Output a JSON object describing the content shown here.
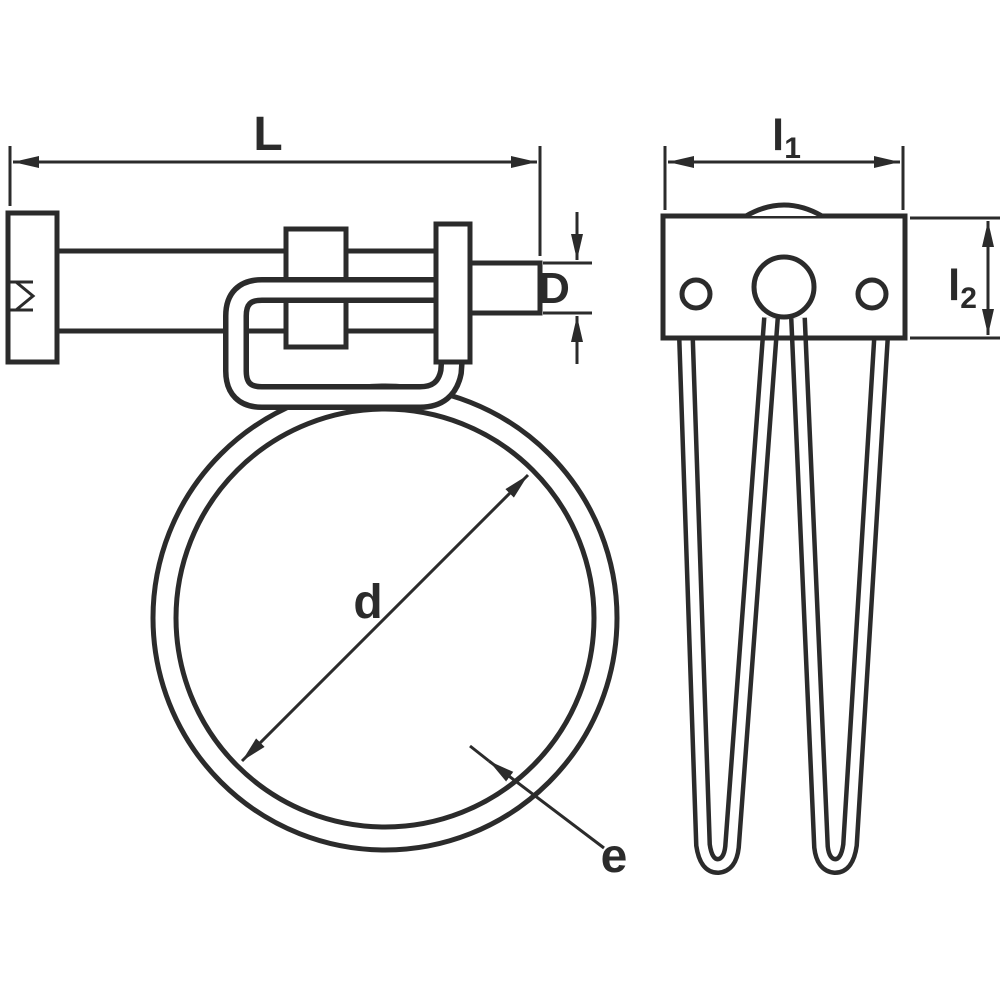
{
  "style": {
    "line_color": "#2b2b2b",
    "background": "#ffffff"
  },
  "drawing": {
    "front_view": {
      "dimensions": {
        "length": {
          "label": "L"
        },
        "screw_tip_diameter": {
          "label": "D"
        },
        "inner_diameter": {
          "label": "d"
        },
        "wire_thickness": {
          "label": "e"
        }
      }
    },
    "side_view": {
      "dimensions": {
        "width": {
          "label": "l",
          "subscript": "1"
        },
        "head_height": {
          "label": "l",
          "subscript": "2"
        }
      }
    }
  }
}
